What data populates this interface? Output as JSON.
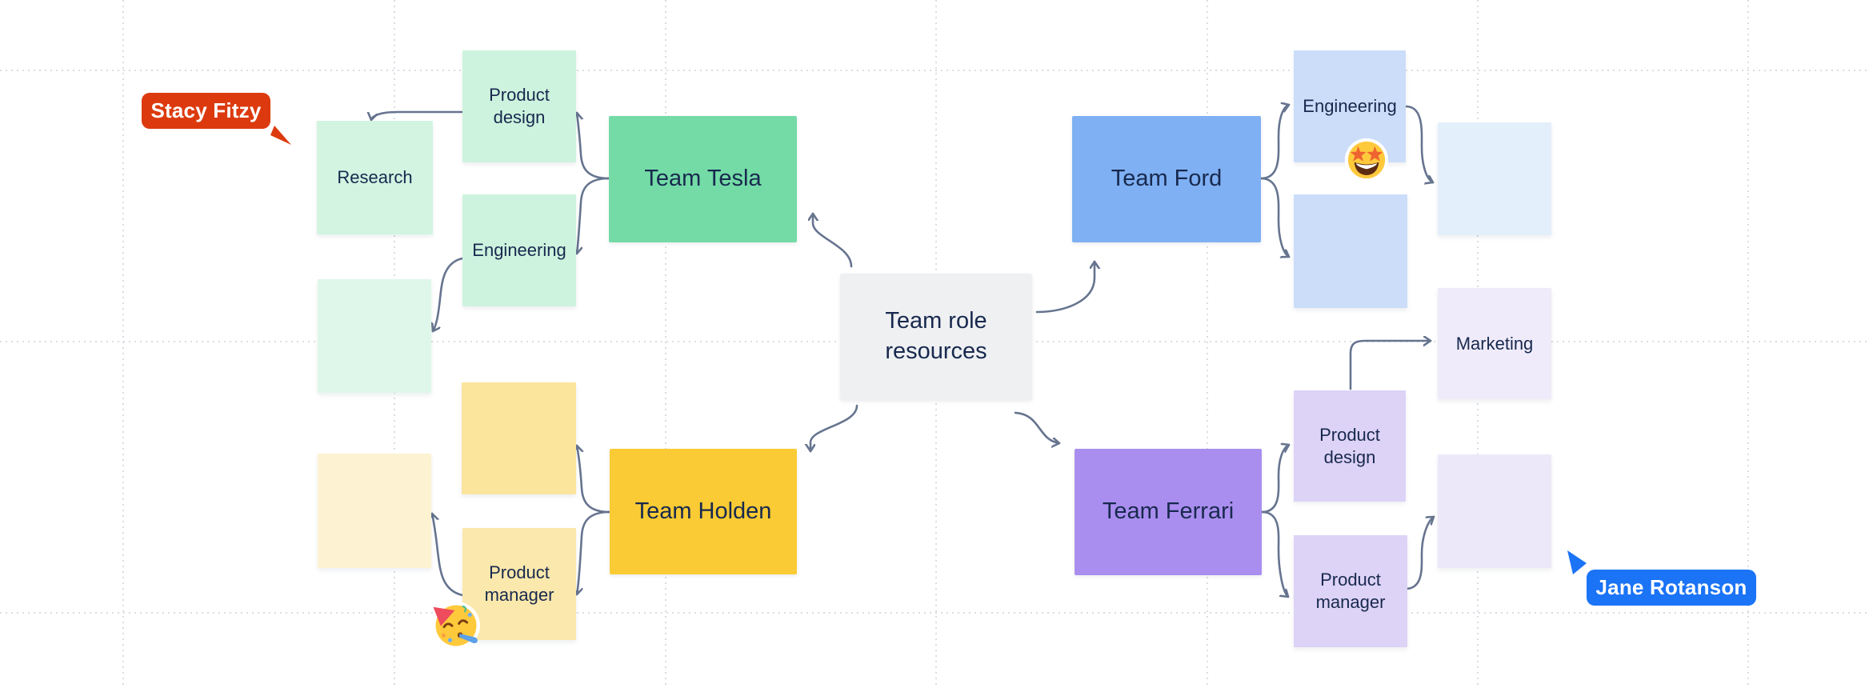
{
  "canvas": {
    "type": "collaborative-whiteboard",
    "background": "#FFFFFF",
    "grid_dot_color": "#D4D7DE"
  },
  "colors": {
    "connector": "#66748F",
    "text": "#18294E",
    "stacy_red": "#DC3A0E",
    "jane_blue": "#1B73F6"
  },
  "center_node": {
    "label": "Team role resources",
    "fill": "#EFF0F2"
  },
  "teams": {
    "tesla": {
      "label": "Team Tesla",
      "fill": "#74DBA7"
    },
    "ford": {
      "label": "Team Ford",
      "fill": "#7FB0F3"
    },
    "holden": {
      "label": "Team Holden",
      "fill": "#FACB34"
    },
    "ferrari": {
      "label": "Team Ferrari",
      "fill": "#AA8EEF"
    }
  },
  "stickies": {
    "research": {
      "label": "Research",
      "fill": "#D2F4E1"
    },
    "tesla_product_design": {
      "label": "Product design",
      "fill": "#CDF3DE"
    },
    "tesla_engineering": {
      "label": "Engineering",
      "fill": "#CDF3DE"
    },
    "empty_mint": {
      "label": "",
      "fill": "#DEF7EA"
    },
    "holden_empty_yellow": {
      "label": "",
      "fill": "#FBE49C"
    },
    "empty_pale_yellow": {
      "label": "",
      "fill": "#FDF3D2"
    },
    "holden_product_manager": {
      "label": "Product manager",
      "fill": "#FBE8AC"
    },
    "ford_engineering": {
      "label": "Engineering",
      "fill": "#CBDDF9"
    },
    "ford_empty_blue": {
      "label": "",
      "fill": "#CBDDF9"
    },
    "empty_pale_blue": {
      "label": "",
      "fill": "#E4EFFC"
    },
    "marketing": {
      "label": "Marketing",
      "fill": "#EFEBFA"
    },
    "ferrari_product_design": {
      "label": "Product design",
      "fill": "#DDD3F7"
    },
    "ferrari_product_manager": {
      "label": "Product manager",
      "fill": "#DDD3F7"
    },
    "empty_pale_lavender": {
      "label": "",
      "fill": "#EDE8F9"
    }
  },
  "stickers": {
    "star_struck": {
      "icon": "star-struck-emoji"
    },
    "party": {
      "icon": "partying-face-emoji"
    }
  },
  "collaborators": [
    {
      "name": "Stacy Fitzy",
      "color": "#DC3A0E"
    },
    {
      "name": "Jane Rotanson",
      "color": "#1B73F6"
    }
  ],
  "connections": [
    {
      "id": "center-to-tesla",
      "from": "team-role-resources",
      "to": "team-tesla"
    },
    {
      "id": "center-to-ford",
      "from": "team-role-resources",
      "to": "team-ford"
    },
    {
      "id": "center-to-holden",
      "from": "team-role-resources",
      "to": "team-holden"
    },
    {
      "id": "center-to-ferrari",
      "from": "team-role-resources",
      "to": "team-ferrari"
    },
    {
      "id": "tesla-to-product-design",
      "from": "team-tesla",
      "to": "tesla_product_design"
    },
    {
      "id": "tesla-to-engineering",
      "from": "team-tesla",
      "to": "tesla_engineering"
    },
    {
      "id": "product-design-to-research",
      "from": "tesla_product_design",
      "to": "research"
    },
    {
      "id": "engineering-to-empty-mint",
      "from": "tesla_engineering",
      "to": "empty_mint"
    },
    {
      "id": "holden-to-empty-yellow",
      "from": "team-holden",
      "to": "holden_empty_yellow"
    },
    {
      "id": "holden-to-product-manager",
      "from": "team-holden",
      "to": "holden_product_manager"
    },
    {
      "id": "product-manager-to-empty-pale-yellow",
      "from": "holden_product_manager",
      "to": "empty_pale_yellow"
    },
    {
      "id": "ford-to-engineering",
      "from": "team-ford",
      "to": "ford_engineering"
    },
    {
      "id": "ford-to-empty-blue",
      "from": "team-ford",
      "to": "ford_empty_blue"
    },
    {
      "id": "engineering-to-empty-pale-blue",
      "from": "ford_engineering",
      "to": "empty_pale_blue"
    },
    {
      "id": "ferrari-to-product-design",
      "from": "team-ferrari",
      "to": "ferrari_product_design"
    },
    {
      "id": "ferrari-to-product-manager",
      "from": "team-ferrari",
      "to": "ferrari_product_manager"
    },
    {
      "id": "product-design-to-marketing",
      "from": "ferrari_product_design",
      "to": "marketing"
    },
    {
      "id": "product-manager-to-empty-pale-lavender",
      "from": "ferrari_product_manager",
      "to": "empty_pale_lavender"
    }
  ]
}
